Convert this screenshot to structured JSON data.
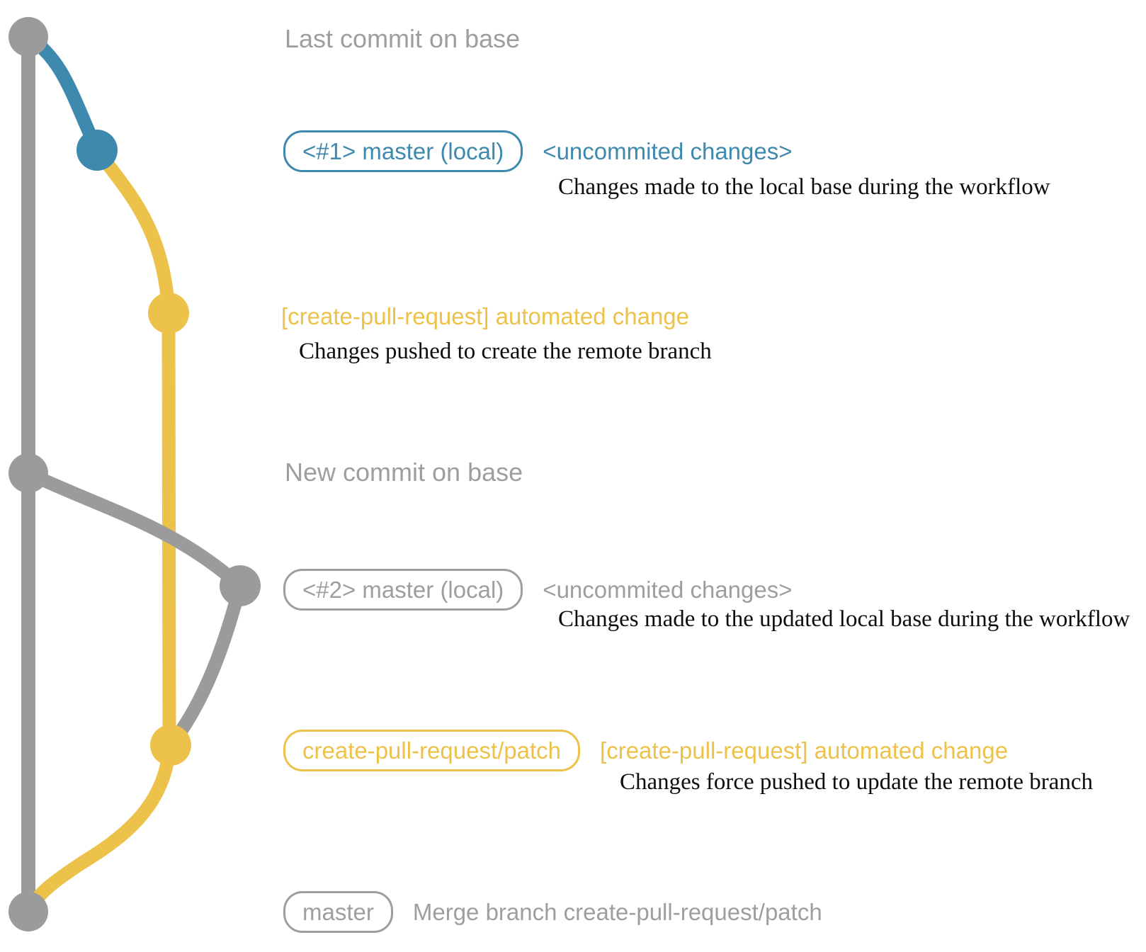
{
  "colors": {
    "gray": "#9b9b9b",
    "gray_text": "#9e9e9e",
    "blue": "#3e89ae",
    "yellow": "#ecc24a",
    "ink": "#0d0d0d",
    "background": "#ffffff"
  },
  "rows": {
    "last_commit": {
      "title": "Last commit on base"
    },
    "wip1": {
      "box": "<#1> master (local)",
      "note": "<uncommited changes>",
      "description": "Changes made to the local base during the workflow"
    },
    "patch1": {
      "heading": "[create-pull-request] automated change",
      "description": "Changes pushed to create the remote branch"
    },
    "new_commit": {
      "title": "New commit on base"
    },
    "wip2": {
      "box": "<#2> master (local)",
      "note": "<uncommited changes>",
      "description": "Changes made to the updated local base during the workflow"
    },
    "patch2": {
      "box": "create-pull-request/patch",
      "note": "[create-pull-request] automated change",
      "description": "Changes force pushed to update the remote branch"
    },
    "merge": {
      "box": "master",
      "note": "Merge branch create-pull-request/patch"
    }
  }
}
